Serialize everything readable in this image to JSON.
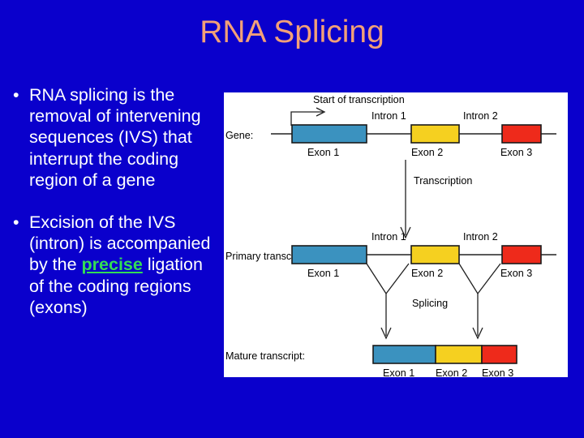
{
  "slide": {
    "title": "RNA Splicing",
    "title_color": "#F2A078",
    "background_color": "#0A00CC",
    "text_color": "#FFFFFF"
  },
  "bullets": [
    {
      "marker": "•",
      "text": "RNA splicing is the removal of intervening sequences (IVS) that interrupt the coding region of a gene"
    },
    {
      "marker": "•",
      "part1": "Excision of the IVS (intron) is accompanied by the ",
      "highlight": "precise",
      "highlight_color": "#33DD55",
      "part2": " ligation of the coding regions (exons)"
    }
  ],
  "diagram": {
    "panel_background": "#FFFFFF",
    "colors": {
      "exon1": "#3B92BF",
      "exon2": "#F5D020",
      "exon3": "#EE2A1B",
      "line": "#595959",
      "outline": "#1A1A1A"
    },
    "annotations": {
      "start_of_transcription": "Start of transcription",
      "transcription": "Transcription",
      "splicing": "Splicing"
    },
    "rows": [
      {
        "row_label": "Gene:",
        "exons": [
          "Exon 1",
          "Exon 2",
          "Exon 3"
        ],
        "introns": [
          "Intron 1",
          "Intron 2"
        ]
      },
      {
        "row_label": "Primary transcript:",
        "exons": [
          "Exon 1",
          "Exon 2",
          "Exon 3"
        ],
        "introns": [
          "Intron 1",
          "Intron 2"
        ]
      },
      {
        "row_label": "Mature transcript:",
        "exons": [
          "Exon 1",
          "Exon 2",
          "Exon 3"
        ],
        "introns": []
      }
    ]
  }
}
